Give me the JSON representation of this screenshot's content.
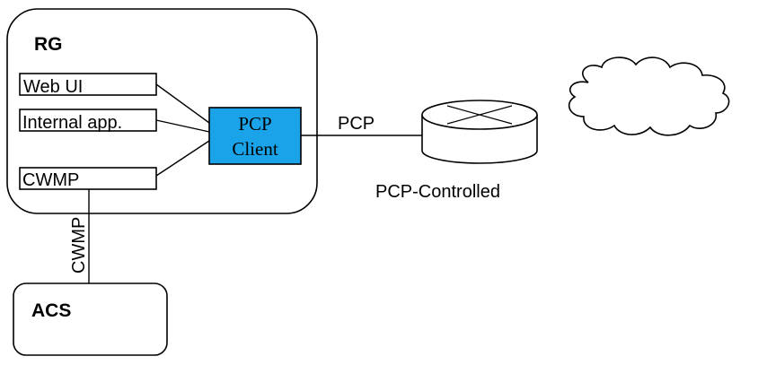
{
  "rg": {
    "title": "RG"
  },
  "apps": {
    "web_ui": "Web UI",
    "internal_app": "Internal app.",
    "cwmp": "CWMP"
  },
  "pcp_client": {
    "line1": "PCP",
    "line2": "Client",
    "fill_color": "#1aa3e8"
  },
  "link_labels": {
    "pcp": "PCP",
    "cwmp": "CWMP"
  },
  "router": {
    "label": "PCP-Controlled",
    "icon": "router-icon"
  },
  "cloud": {
    "icon": "cloud-icon"
  },
  "acs": {
    "title": "ACS"
  }
}
